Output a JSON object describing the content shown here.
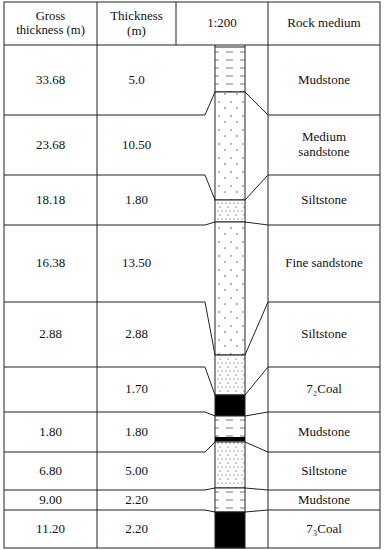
{
  "diagram": {
    "labels": [
      "Gross thickness (m)",
      "Thickness (m)",
      "1:200",
      "Rock medium",
      "33.68",
      "5.0",
      "Mudstone",
      "23.68",
      "10.50",
      "Medium sandstone",
      "18.18",
      "1.80",
      "Siltstone",
      "16.38",
      "13.50",
      "Fine sandstone",
      "2.88",
      "2.88",
      "Siltstone",
      "1.70",
      "7₂Coal",
      "1.80",
      "1.80",
      "Mudstone",
      "6.80",
      "5.00",
      "Siltstone",
      "9.00",
      "2.20",
      "Mudstone",
      "11.20",
      "2.20",
      "7₃Coal"
    ]
  }
}
